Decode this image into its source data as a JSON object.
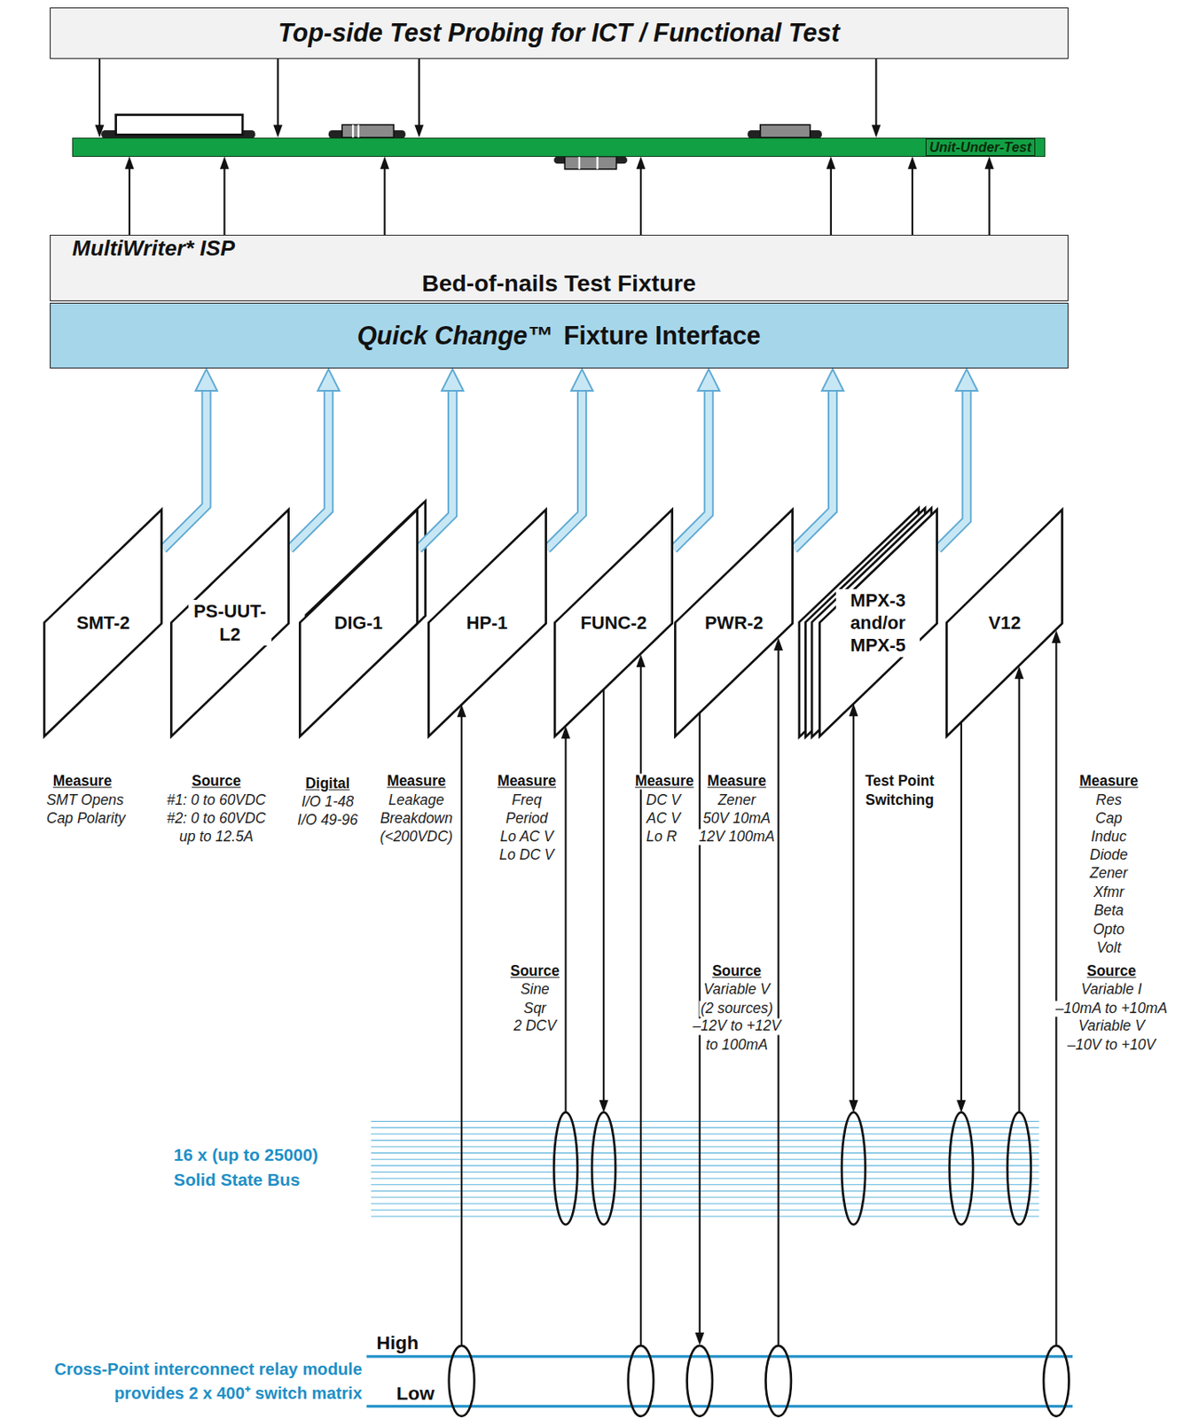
{
  "diagram": {
    "nodes": [
      {
        "text": [
          "Top-side Test Probing for ICT / Functional Test"
        ]
      },
      {
        "text": [
          "Unit-Under-Test"
        ]
      },
      {
        "text": [
          "MultiWriter* ISP",
          "Bed-of-nails Test Fixture"
        ]
      },
      {
        "text": [
          "Quick Change™",
          "Fixture Interface"
        ]
      },
      {
        "text": [
          "SMT-2"
        ]
      },
      {
        "text": [
          "PS-UUT-L2"
        ]
      },
      {
        "text": [
          "DIG-1"
        ]
      },
      {
        "text": [
          "HP-1"
        ]
      },
      {
        "text": [
          "FUNC-2"
        ]
      },
      {
        "text": [
          "PWR-2"
        ]
      },
      {
        "text": [
          "MPX-3 and/or MPX-5"
        ]
      },
      {
        "text": [
          "V12"
        ]
      },
      {
        "text": [
          "16 x (up to 25000)",
          "Solid State Bus"
        ]
      },
      {
        "text": [
          "Cross-Point interconnect relay module",
          "provides 2 x 400⁺ switch matrix"
        ]
      }
    ],
    "edges": [
      {
        "from": 0,
        "to": 1,
        "arrow": "to"
      },
      {
        "from": 0,
        "to": 1,
        "arrow": "to"
      },
      {
        "from": 0,
        "to": 1,
        "arrow": "to"
      },
      {
        "from": 0,
        "to": 1,
        "arrow": "to"
      },
      {
        "from": 2,
        "to": 1,
        "arrow": "to"
      },
      {
        "from": 2,
        "to": 1,
        "arrow": "to"
      },
      {
        "from": 2,
        "to": 1,
        "arrow": "to"
      },
      {
        "from": 2,
        "to": 1,
        "arrow": "to"
      },
      {
        "from": 2,
        "to": 1,
        "arrow": "to"
      },
      {
        "from": 2,
        "to": 1,
        "arrow": "to"
      },
      {
        "from": 2,
        "to": 1,
        "arrow": "to"
      },
      {
        "from": 4,
        "to": 3,
        "arrow": "to"
      },
      {
        "from": 5,
        "to": 3,
        "arrow": "to"
      },
      {
        "from": 6,
        "to": 3,
        "arrow": "to"
      },
      {
        "from": 7,
        "to": 3,
        "arrow": "to"
      },
      {
        "from": 8,
        "to": 3,
        "arrow": "to"
      },
      {
        "from": 9,
        "to": 3,
        "arrow": "to"
      },
      {
        "from": 10,
        "to": 3,
        "arrow": "to"
      },
      {
        "from": 13,
        "to": 7,
        "arrow": "to"
      },
      {
        "from": 12,
        "to": 8,
        "arrow": "to"
      },
      {
        "from": 8,
        "to": 12,
        "arrow": "to"
      },
      {
        "from": 13,
        "to": 8,
        "arrow": "to"
      },
      {
        "from": 9,
        "to": 13,
        "arrow": "to"
      },
      {
        "from": 13,
        "to": 9,
        "arrow": "to"
      },
      {
        "from": 10,
        "to": 12,
        "arrow": "both"
      },
      {
        "from": 11,
        "to": 12,
        "arrow": "to"
      },
      {
        "from": 12,
        "to": 11,
        "arrow": "to"
      },
      {
        "from": 13,
        "to": 11,
        "arrow": "to"
      }
    ],
    "labels": [
      "Measure",
      "SMT Opens",
      "Cap Polarity",
      "Source",
      "#1: 0 to 60VDC",
      "#2: 0 to 60VDC",
      "up to 12.5A",
      "Digital",
      "I/O 1-48",
      "I/O 49-96",
      "Measure",
      "Leakage",
      "Breakdown",
      "(<200VDC)",
      "Measure",
      "Freq",
      "Period",
      "Lo AC V",
      "Lo DC V",
      "Measure",
      "DC V",
      "AC V",
      "Lo R",
      "Measure",
      "Zener",
      "50V 10mA",
      "12V 100mA",
      "Test Point",
      "Switching",
      "Measure",
      "Res",
      "Cap",
      "Induc",
      "Diode",
      "Zener",
      "Xfmr",
      "Beta",
      "Opto",
      "Volt",
      "Source",
      "Sine",
      "Sqr",
      "2 DCV",
      "Source",
      "Variable V",
      "(2 sources)",
      "–12V to +12V",
      "to 100mA",
      "Source",
      "Variable I",
      "–10mA to +10mA",
      "Variable V",
      "–10V to +10V",
      "High",
      "Low"
    ]
  }
}
